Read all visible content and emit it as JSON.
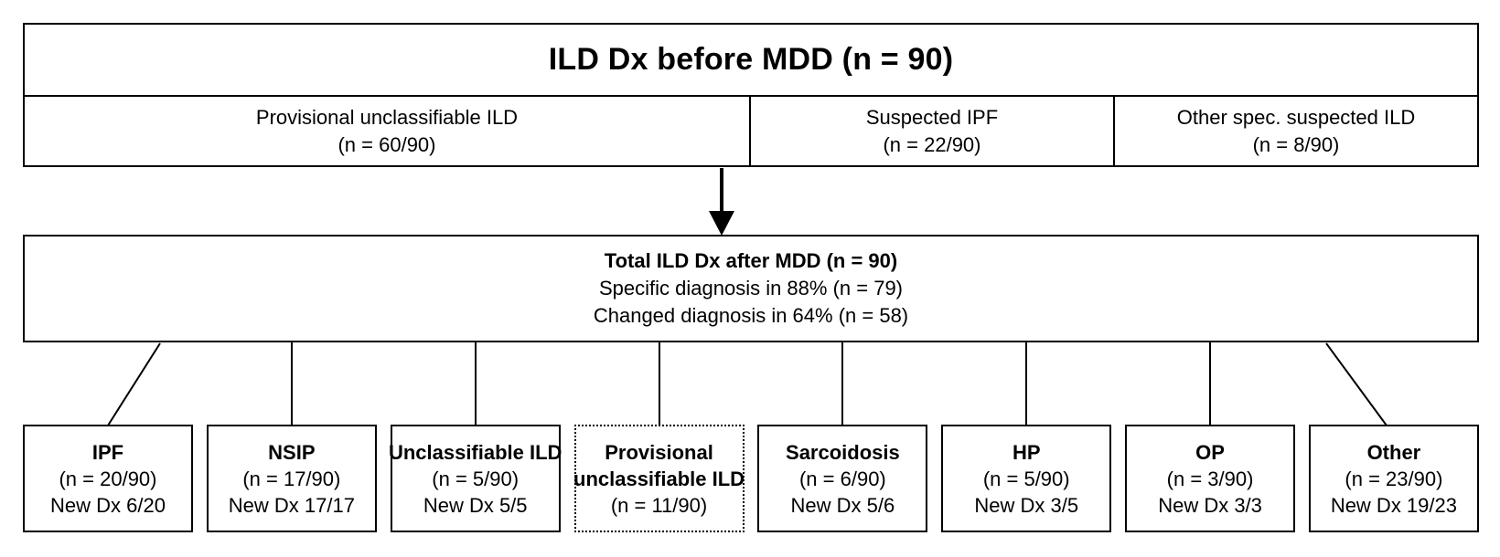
{
  "diagram": {
    "top_box": {
      "title": "ILD Dx before MDD (n = 90)",
      "sections": [
        {
          "name": "Provisional unclassifiable ILD",
          "count": "(n = 60/90)"
        },
        {
          "name": "Suspected IPF",
          "count": "(n = 22/90)"
        },
        {
          "name": "Other spec. suspected ILD",
          "count": "(n = 8/90)"
        }
      ]
    },
    "middle_box": {
      "title": "Total ILD Dx after MDD (n = 90)",
      "line2": "Specific diagnosis in 88% (n = 79)",
      "line3": "Changed diagnosis in 64% (n = 58)"
    },
    "bottom_boxes": [
      {
        "title_line1": "IPF",
        "title_line2": "",
        "count": "(n = 20/90)",
        "new_dx": "New Dx 6/20",
        "border": "solid"
      },
      {
        "title_line1": "NSIP",
        "title_line2": "",
        "count": "(n = 17/90)",
        "new_dx": "New Dx 17/17",
        "border": "solid"
      },
      {
        "title_line1": "Unclassifiable ILD",
        "title_line2": "",
        "count": "(n = 5/90)",
        "new_dx": "New Dx 5/5",
        "border": "solid"
      },
      {
        "title_line1": "Provisional",
        "title_line2": "unclassifiable ILD",
        "count": "(n = 11/90)",
        "new_dx": "",
        "border": "dotted"
      },
      {
        "title_line1": "Sarcoidosis",
        "title_line2": "",
        "count": "(n = 6/90)",
        "new_dx": "New Dx 5/6",
        "border": "solid"
      },
      {
        "title_line1": "HP",
        "title_line2": "",
        "count": "(n = 5/90)",
        "new_dx": "New Dx 3/5",
        "border": "solid"
      },
      {
        "title_line1": "OP",
        "title_line2": "",
        "count": "(n = 3/90)",
        "new_dx": "New Dx 3/3",
        "border": "solid"
      },
      {
        "title_line1": "Other",
        "title_line2": "",
        "count": "(n = 23/90)",
        "new_dx": "New Dx 19/23",
        "border": "solid"
      }
    ],
    "colors": {
      "line": "#000000",
      "text": "#000000",
      "background": "#ffffff"
    }
  }
}
